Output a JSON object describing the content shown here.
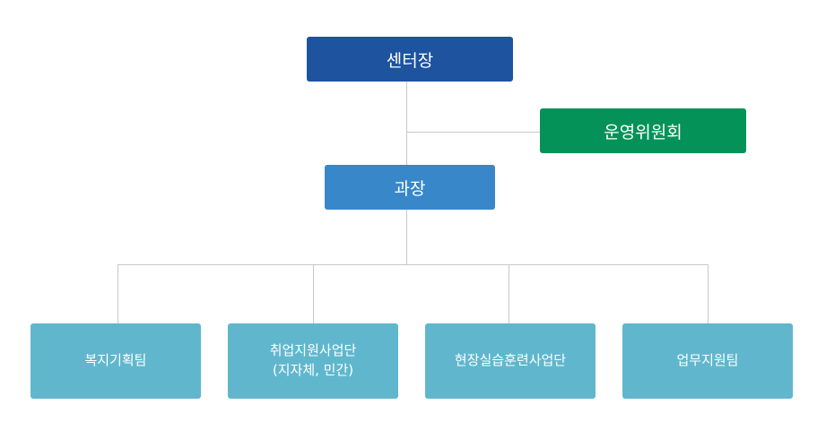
{
  "org": {
    "director": "센터장",
    "committee": "운영위원회",
    "manager": "과장",
    "teams": [
      {
        "line1": "복지기획팀",
        "line2": ""
      },
      {
        "line1": "취업지원사업단",
        "line2": "(지자체, 민간)"
      },
      {
        "line1": "현장실습훈련사업단",
        "line2": ""
      },
      {
        "line1": "업무지원팀",
        "line2": ""
      }
    ]
  },
  "colors": {
    "director": "#1d539f",
    "committee": "#059259",
    "manager": "#3887c9",
    "team": "#60b7cd",
    "connector": "#c8c8c8"
  }
}
